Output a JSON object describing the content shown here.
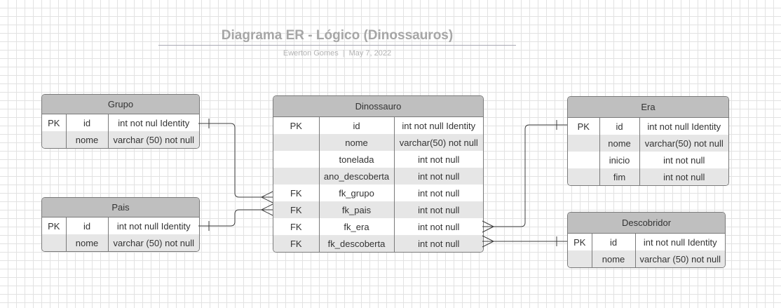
{
  "header": {
    "title": "Diagrama ER - Lógico (Dinossauros)",
    "author": "Ewerton Gomes",
    "separator": "|",
    "date": "May 7, 2022"
  },
  "entities": {
    "grupo": {
      "name": "Grupo",
      "rows": [
        {
          "key": "PK",
          "field": "id",
          "type": "int not nul Identity"
        },
        {
          "key": "",
          "field": "nome",
          "type": "varchar (50) not null"
        }
      ]
    },
    "pais": {
      "name": "Pais",
      "rows": [
        {
          "key": "PK",
          "field": "id",
          "type": "int not null Identity"
        },
        {
          "key": "",
          "field": "nome",
          "type": "varchar (50) not null"
        }
      ]
    },
    "dinossauro": {
      "name": "Dinossauro",
      "rows": [
        {
          "key": "PK",
          "field": "id",
          "type": "int not null Identity"
        },
        {
          "key": "",
          "field": "nome",
          "type": "varchar(50) not null"
        },
        {
          "key": "",
          "field": "tonelada",
          "type": "int not null"
        },
        {
          "key": "",
          "field": "ano_descoberta",
          "type": "int not null"
        },
        {
          "key": "FK",
          "field": "fk_grupo",
          "type": "int not null"
        },
        {
          "key": "FK",
          "field": "fk_pais",
          "type": "int not null"
        },
        {
          "key": "FK",
          "field": "fk_era",
          "type": "int not null"
        },
        {
          "key": "FK",
          "field": "fk_descoberta",
          "type": "int not null"
        }
      ]
    },
    "era": {
      "name": "Era",
      "rows": [
        {
          "key": "PK",
          "field": "id",
          "type": "int not null Identity"
        },
        {
          "key": "",
          "field": "nome",
          "type": "varchar(50) not null"
        },
        {
          "key": "",
          "field": "inicio",
          "type": "int not null"
        },
        {
          "key": "",
          "field": "fim",
          "type": "int not null"
        }
      ]
    },
    "descobridor": {
      "name": "Descobridor",
      "rows": [
        {
          "key": "PK",
          "field": "id",
          "type": "int not null Identity"
        },
        {
          "key": "",
          "field": "nome",
          "type": "varchar (50) not null"
        }
      ]
    }
  },
  "relationships": [
    {
      "from": "Grupo.id",
      "to": "Dinossauro.fk_grupo",
      "cardinality": "one-to-many"
    },
    {
      "from": "Pais.id",
      "to": "Dinossauro.fk_pais",
      "cardinality": "one-to-many"
    },
    {
      "from": "Era.id",
      "to": "Dinossauro.fk_era",
      "cardinality": "one-to-many"
    },
    {
      "from": "Descobridor.id",
      "to": "Dinossauro.fk_descoberta",
      "cardinality": "one-to-many"
    }
  ]
}
